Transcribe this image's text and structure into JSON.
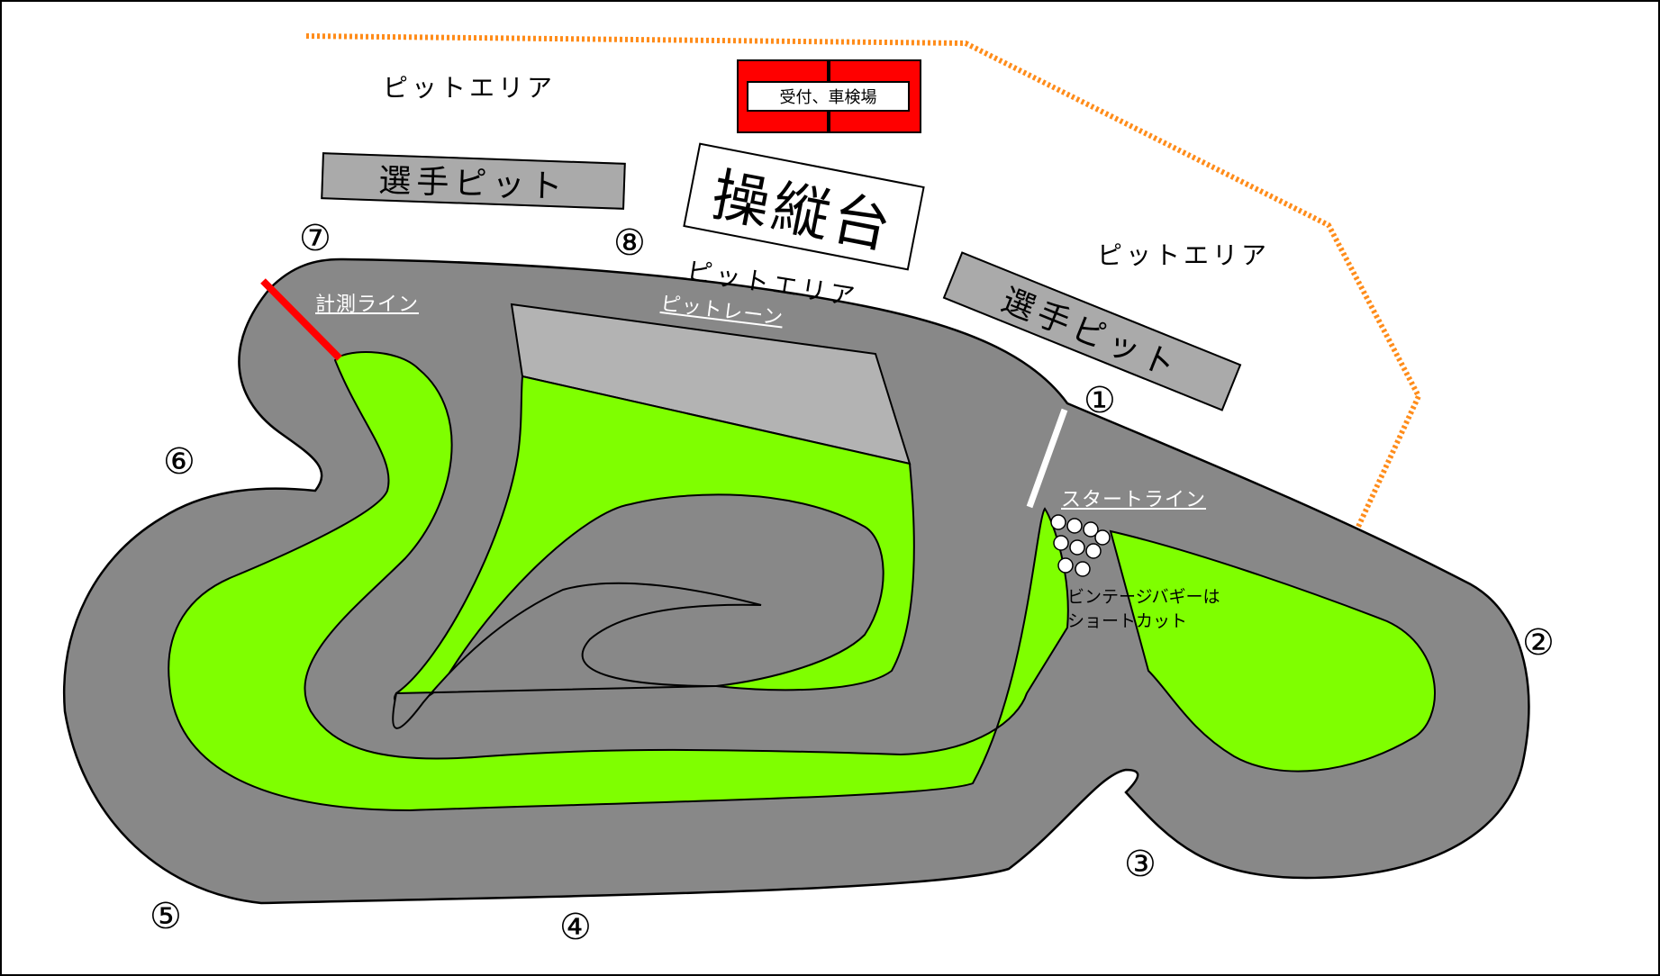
{
  "colors": {
    "track": "#888888",
    "grass": "#7fff00",
    "pit_lane": "#b3b3b3",
    "outline": "#000000",
    "fence": "#ff8c1a",
    "timing_line": "#ff0000",
    "start_line": "#ffffff",
    "reception": "#ff0000"
  },
  "labels": {
    "pit_area_top_left": "ピットエリア",
    "pit_area_center": "ピットエリア",
    "pit_area_right": "ピットエリア",
    "reception": "受付、車検場",
    "driver_pit_left": "選手ピット",
    "driver_pit_right": "選手ピット",
    "control_stand": "操縦台",
    "pit_lane": "ピットレーン",
    "timing_line": "計測ライン",
    "start_line": "スタートライン",
    "shortcut_note_line1": "ビンテージバギーは",
    "shortcut_note_line2": "ショートカット"
  },
  "corners": [
    "①",
    "②",
    "③",
    "④",
    "⑤",
    "⑥",
    "⑦",
    "⑧"
  ]
}
